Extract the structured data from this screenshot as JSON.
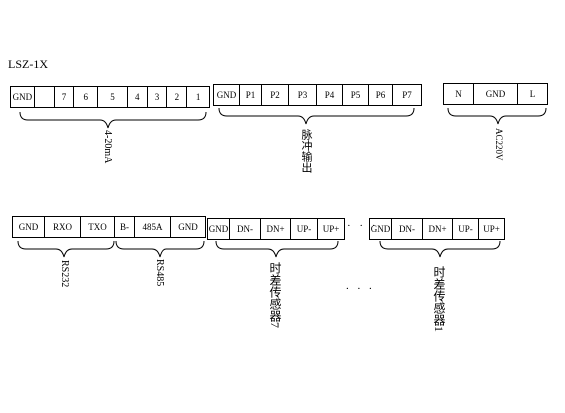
{
  "title": "LSZ-1X",
  "row1": {
    "analog": [
      "GND",
      "",
      "7",
      "6",
      "5",
      "4",
      "3",
      "2",
      "1"
    ],
    "pulse": [
      "GND",
      "P1",
      "P2",
      "P3",
      "P4",
      "P5",
      "P6",
      "P7"
    ],
    "power": [
      "N",
      "GND",
      "L"
    ]
  },
  "row2": {
    "comm": [
      "GND",
      "RXO",
      "TXO",
      "B-",
      "485A",
      "GND"
    ],
    "sensor7": [
      "GND",
      "DN-",
      "DN+",
      "UP-",
      "UP+"
    ],
    "ellipsis_inline": "· · ·",
    "sensor1": [
      "GND",
      "DN-",
      "DN+",
      "UP-",
      "UP+"
    ]
  },
  "labels": {
    "analog": "4-20mA",
    "pulse": "脉冲输出",
    "power": "AC220V",
    "rs232": "RS232",
    "rs485": "RS485",
    "sensor7": "时差传感器7",
    "sensor1": "时差传感器1",
    "ellipsis": ". . ."
  }
}
